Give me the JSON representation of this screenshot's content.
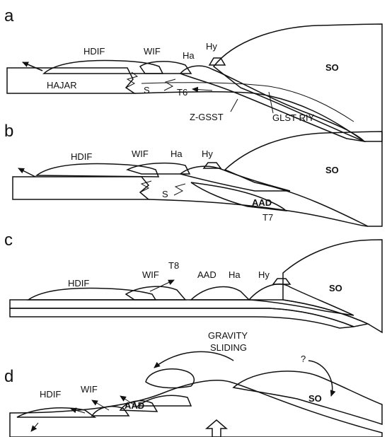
{
  "panels": [
    {
      "label": "a",
      "units": {
        "hdif": "HDIF",
        "wif": "WIF",
        "ha": "Ha",
        "hy": "Hy",
        "so": "SO",
        "hajar": "HAJAR",
        "s": "S",
        "t": "T6",
        "zgsst": "Z-GSST",
        "glst": "GLST-RIY"
      }
    },
    {
      "label": "b",
      "units": {
        "hdif": "HDIF",
        "wif": "WIF",
        "ha": "Ha",
        "hy": "Hy",
        "so": "SO",
        "s": "S",
        "aad": "AAD",
        "t": "T7"
      }
    },
    {
      "label": "c",
      "units": {
        "hdif": "HDIF",
        "wif": "WIF",
        "t": "T8",
        "aad": "AAD",
        "ha": "Ha",
        "hy": "Hy",
        "so": "SO"
      }
    },
    {
      "label": "d",
      "units": {
        "hdif": "HDIF",
        "wif": "WIF",
        "aad": "AAD",
        "so": "SO",
        "gravity1": "GRAVITY",
        "gravity2": "SLIDING",
        "q": "?"
      }
    }
  ],
  "colors": {
    "ink": "#111111",
    "paper": "#ffffff"
  }
}
